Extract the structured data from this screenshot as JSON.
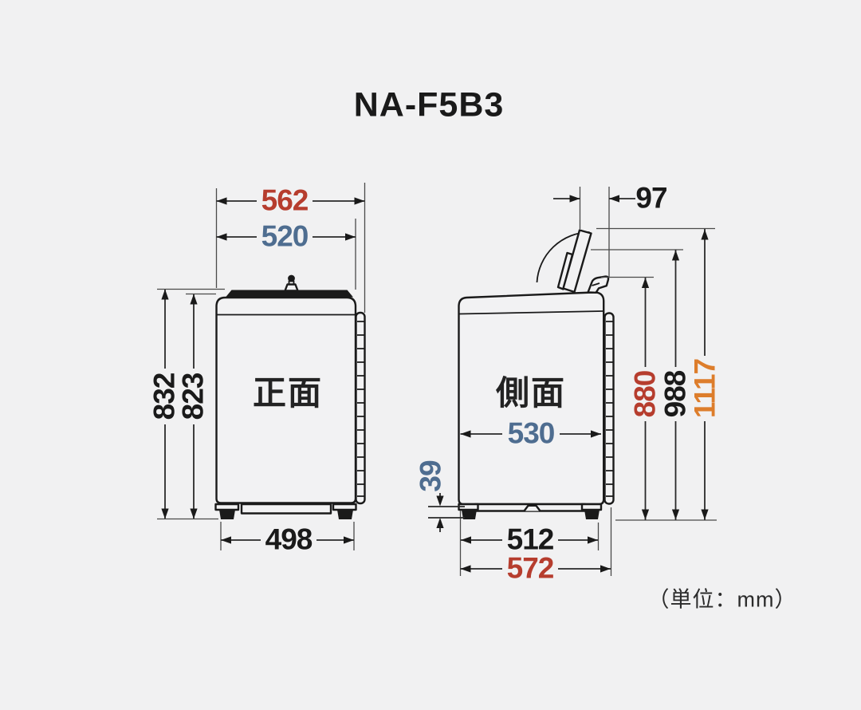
{
  "title": "NA-F5B3",
  "unit_note": "（単位：mm）",
  "views": {
    "front": {
      "label": "正面"
    },
    "side": {
      "label": "側面"
    }
  },
  "dimensions": {
    "front_width_overall": "562",
    "front_width_body": "520",
    "front_height_overall": "832",
    "front_height_body": "823",
    "front_feet_span": "498",
    "side_lid_rear_clearance": "97",
    "side_depth_body": "530",
    "side_base_height": "39",
    "side_height_closed": "880",
    "side_height_lid_edge": "988",
    "side_height_lid_open_max": "1117",
    "side_feet_span": "512",
    "side_depth_overall": "572"
  },
  "colors": {
    "red": "#b63d2e",
    "blue": "#4e6d90",
    "orange": "#dd7d2b",
    "ink": "#1a1a1a",
    "background": "#f1f1f2"
  }
}
